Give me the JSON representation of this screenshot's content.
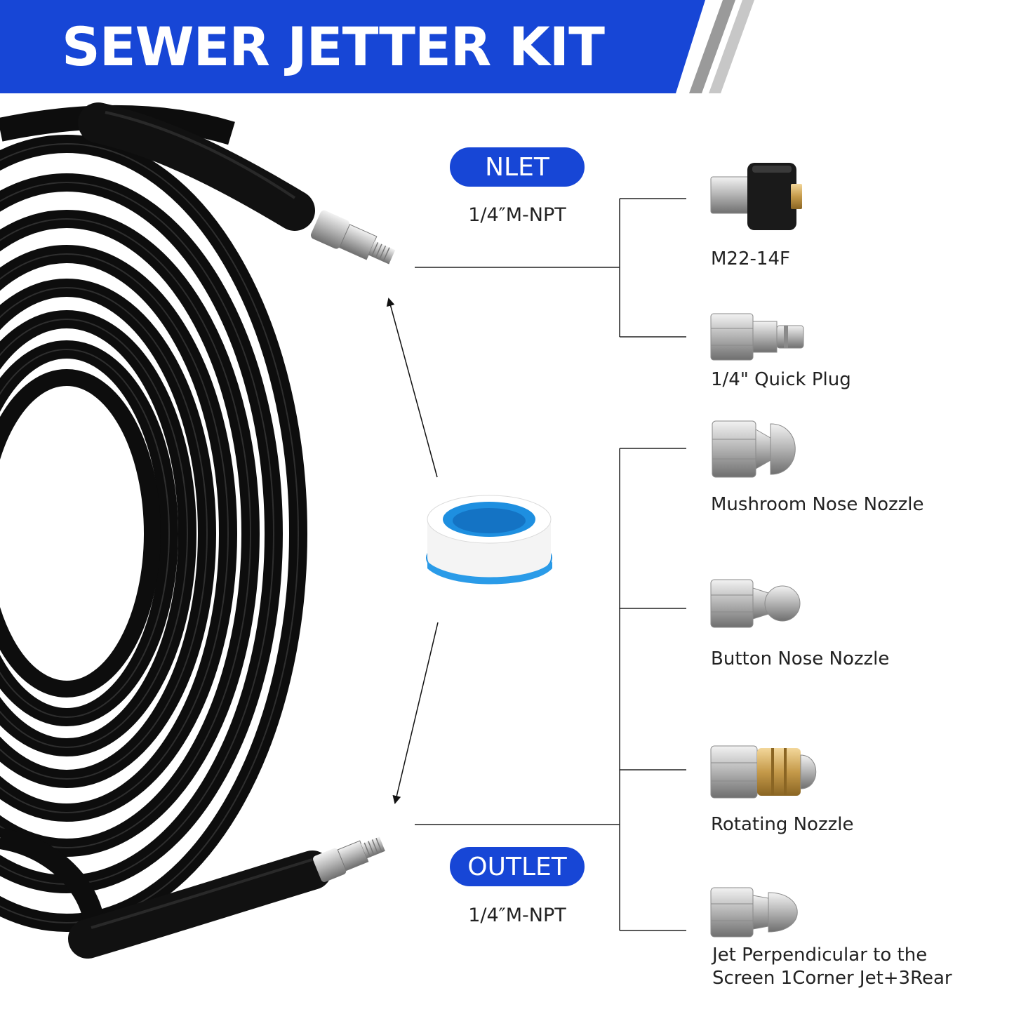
{
  "banner": {
    "title": "SEWER JETTER KIT",
    "color": "#1746d6"
  },
  "inlet": {
    "badge": "NLET",
    "spec": "1/4″M-NPT"
  },
  "outlet": {
    "badge": "OUTLET",
    "spec": "1/4″M-NPT"
  },
  "fittings": [
    {
      "label": "M22-14F",
      "icon": "m22-adapter-icon"
    },
    {
      "label": "1/4\" Quick Plug",
      "icon": "quick-plug-icon"
    }
  ],
  "nozzles": [
    {
      "label": "Mushroom Nose Nozzle",
      "icon": "mushroom-nozzle-icon"
    },
    {
      "label": "Button Nose Nozzle",
      "icon": "button-nozzle-icon"
    },
    {
      "label": "Rotating Nozzle",
      "icon": "rotating-nozzle-icon"
    },
    {
      "label_line1": "Jet Perpendicular to the",
      "label_line2": "Screen 1Corner Jet+3Rear",
      "icon": "perpendicular-nozzle-icon"
    }
  ],
  "accessory": {
    "icon": "thread-seal-tape-icon"
  }
}
